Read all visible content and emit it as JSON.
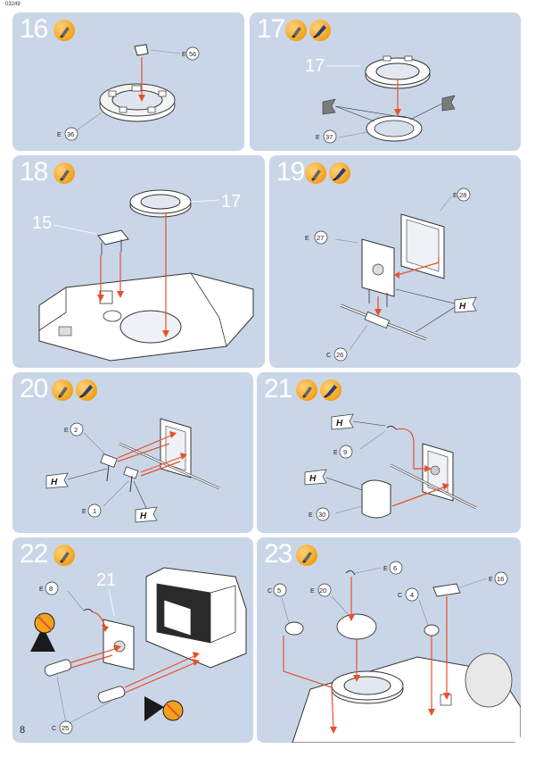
{
  "page": {
    "code": "03249",
    "number": "8"
  },
  "icon_legend": {
    "glue": "glue-icon",
    "paint": "paint-brush-icon",
    "no_glue": "no-glue-icon"
  },
  "steps": [
    {
      "num": "16",
      "icons": [
        "glue-icon"
      ],
      "parts": [
        {
          "letter": "E",
          "num": "56"
        },
        {
          "letter": "E",
          "num": "36"
        }
      ]
    },
    {
      "num": "17",
      "icons": [
        "glue-icon",
        "paint-brush-icon"
      ],
      "refs": [
        "17"
      ],
      "parts": [
        {
          "letter": "E",
          "num": "37"
        }
      ]
    },
    {
      "num": "18",
      "icons": [
        "glue-icon"
      ],
      "refs": [
        "15",
        "17"
      ]
    },
    {
      "num": "19",
      "icons": [
        "glue-icon",
        "paint-brush-icon"
      ],
      "flags": [
        "H"
      ],
      "parts": [
        {
          "letter": "E",
          "num": "28"
        },
        {
          "letter": "E",
          "num": "27"
        },
        {
          "letter": "C",
          "num": "26"
        }
      ]
    },
    {
      "num": "20",
      "icons": [
        "glue-icon",
        "paint-brush-icon"
      ],
      "flags": [
        "H",
        "H"
      ],
      "parts": [
        {
          "letter": "E",
          "num": "2"
        },
        {
          "letter": "E",
          "num": "1"
        }
      ]
    },
    {
      "num": "21",
      "icons": [
        "glue-icon",
        "paint-brush-icon"
      ],
      "flags": [
        "H",
        "H"
      ],
      "parts": [
        {
          "letter": "E",
          "num": "9"
        },
        {
          "letter": "E",
          "num": "30"
        }
      ]
    },
    {
      "num": "22",
      "icons": [
        "glue-icon"
      ],
      "refs": [
        "21"
      ],
      "parts": [
        {
          "letter": "E",
          "num": "8"
        },
        {
          "letter": "C",
          "num": "25"
        }
      ]
    },
    {
      "num": "23",
      "icons": [
        "glue-icon"
      ],
      "parts": [
        {
          "letter": "E",
          "num": "6"
        },
        {
          "letter": "C",
          "num": "5"
        },
        {
          "letter": "E",
          "num": "20"
        },
        {
          "letter": "C",
          "num": "4"
        },
        {
          "letter": "E",
          "num": "16"
        }
      ]
    }
  ],
  "colors": {
    "panel": "#c9d6e8",
    "arrow": "#e8512a",
    "step_number": "#ffffff",
    "glue_icon": "#f2a21b"
  }
}
